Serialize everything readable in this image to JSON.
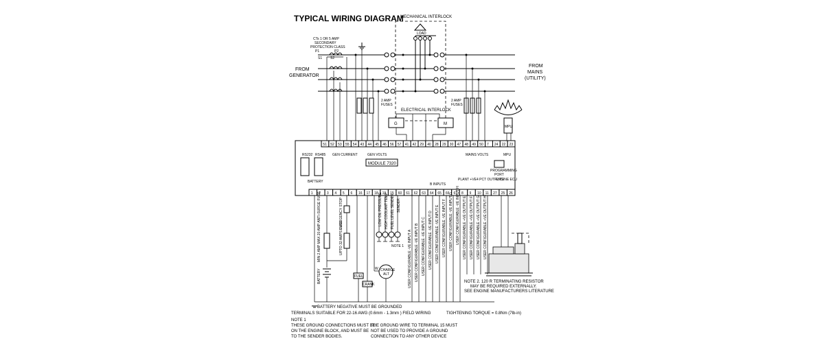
{
  "title": "TYPICAL WIRING DIAGRAM",
  "labels": {
    "mech_interlock": "MECHANICAL INTERLOCK",
    "load": "LOAD",
    "cts_line1": "CTs 1 OR 5 AMP",
    "cts_line2": "SECONDARY",
    "cts_line3": "PROTECTION CLASS",
    "p1": "P1",
    "p2": "P2",
    "s1": "S1",
    "s2": "S2",
    "from_generator_1": "FROM",
    "from_generator_2": "GENERATOR",
    "from_mains_1": "FROM",
    "from_mains_2": "MAINS",
    "from_mains_3": "(UTILITY)",
    "fuses_left_1": "2 AMP",
    "fuses_left_2": "FUSES",
    "fuses_right_1": "2 AMP",
    "fuses_right_2": "FUSES",
    "electrical_interlock": "ELECTRICAL INTERLOCK",
    "coil_g": "G",
    "coil_m": "M",
    "mpu": "MPU",
    "module": "MODULE 7320",
    "gen_current": "GEN CURRENT",
    "gen_volts": "GEN VOLTS",
    "mains_volts": "MAINS VOLTS",
    "mpu_label": "MPU",
    "port_label_1": "PROGRAMMING",
    "port_label_2": "PORT",
    "battery": "BATTERY",
    "rs232": "RS232",
    "rs485": "RS485",
    "b_inputs": "B INPUTS",
    "plant_ve": "PLANT +VE",
    "pct_outputs": "4 PCT OUTPUTS",
    "engine_ecu": "ENGINE ECU",
    "fuel": "FUEL",
    "crank": "CRANK",
    "emergency_stop": "EMERGENCY STOP",
    "fuse_left": "MIN 2 AMP MAX 20 AMP ANTI-SURGE FUSE",
    "fuse_right": "UPTO 32 AMPS FUSE",
    "battery_side": "BATTERY",
    "charge_alt_1": "CHARGE",
    "charge_alt_2": "ALT",
    "w": "W",
    "sender_1": "LOW OIL PRESSURE",
    "sender_2": "HIGH COOLANT TEMP",
    "sender_3": "FUEL LEVEL SENDER",
    "sender_4": "SENDER",
    "note1_marker": "NOTE 1",
    "note_right_1": "NOTE 2. 120 R TERMINATING RESISTOR",
    "note_right_2": "MAY BE REQUIRED EXTERNALLY.",
    "note_right_3": "SEE ENGINE MANUFACTURERS LITERATURE",
    "battery_negative": "BATTERY NEGATIVE MUST BE GROUNDED",
    "terminals": "TERMINALS SUITABLE FOR 22-16 AWG (0.6mm - 1.3mm ) FIELD WIRING",
    "torque": "TIGHTENING TORQUE = 0.8Nm (7lb-in)",
    "note1_title": "NOTE 1",
    "note1_a": "THESE GROUND CONNECTIONS MUST BE",
    "note1_b": "ON THE ENGINE BLOCK, AND MUST BE",
    "note1_c": "TO THE SENDER BODIES.",
    "note_ground_a": "THE GROUND WIRE TO TERMINAL 15 MUST",
    "note_ground_b": "NOT BE USED TO PROVIDE A GROUND",
    "note_ground_c": "CONNECTION TO ANY OTHER DEVICE"
  },
  "top_terminals": [
    "51",
    "52",
    "53",
    "55",
    "54",
    "43",
    "44",
    "45",
    "46",
    "56",
    "57",
    "41",
    "42",
    "29",
    "40",
    "28",
    "29",
    "30",
    "47",
    "48",
    "49",
    "50",
    "7",
    "24",
    "22",
    "23"
  ],
  "bottom_terminals": [
    "1",
    "2",
    "3",
    "4",
    "5",
    "6",
    "16",
    "17",
    "18",
    "19",
    "15",
    "60",
    "61",
    "62",
    "63",
    "64",
    "65",
    "66",
    "67",
    "8",
    "9",
    "10",
    "11",
    "27",
    "25",
    "26"
  ],
  "user_inputs": [
    "USER CONFIGURABLE -VE INPUT A",
    "USER CONFIGURABLE -VE INPUT B",
    "USER CONFIGURABLE -VE INPUT C",
    "USER CONFIGURABLE -VE INPUT D",
    "USER CONFIGURABLE -VE INPUT E",
    "USER CONFIGURABLE -VE INPUT F",
    "USER CONFIGURABLE -VE INPUT G",
    "USER CONFIGURABLE -VE INPUT H"
  ],
  "user_outputs": [
    "USER CONFIGURABLE +VE OUTPUT E",
    "USER CONFIGURABLE +VE OUTPUT F",
    "USER CONFIGURABLE +VE OUTPUT G",
    "USER CONFIGURABLE +VE OUTPUT H"
  ]
}
